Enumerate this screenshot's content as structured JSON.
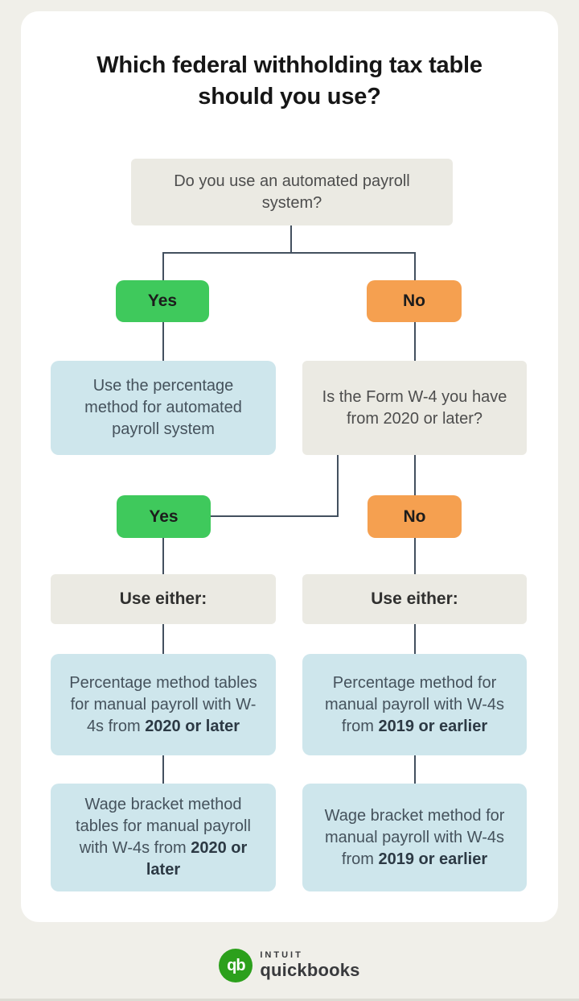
{
  "title": "Which federal withholding tax table should you use?",
  "flow": {
    "q1": "Do you use an automated payroll system?",
    "branch1_yes": "Yes",
    "branch1_no": "No",
    "automated_result": "Use the percentage method for automated payroll system",
    "q2": "Is the Form W-4 you have from 2020 or later?",
    "branch2_yes": "Yes",
    "branch2_no": "No",
    "use_either_left": "Use either:",
    "use_either_right": "Use either:",
    "left_result1": {
      "text": "Percentage method tables for manual payroll with W-4s from ",
      "bold": "2020 or later"
    },
    "left_result2": {
      "text": "Wage bracket method tables for manual payroll with W-4s from ",
      "bold": "2020 or later"
    },
    "right_result1": {
      "text": "Percentage method for manual payroll with W-4s from ",
      "bold": "2019 or earlier"
    },
    "right_result2": {
      "text": "Wage bracket method for manual payroll with W-4s from ",
      "bold": "2019 or earlier"
    }
  },
  "footer": {
    "logo_glyph": "qb",
    "brand_top": "INTUIT",
    "brand_bottom": "quickbooks"
  },
  "colors": {
    "background": "#f0efe9",
    "card": "#ffffff",
    "gray_box": "#ebeae3",
    "blue_box": "#cee6ec",
    "yes_green": "#3fc95c",
    "no_orange": "#f5a050",
    "connector": "#43505f",
    "logo_green": "#2ca01c",
    "title_text": "#161616"
  }
}
